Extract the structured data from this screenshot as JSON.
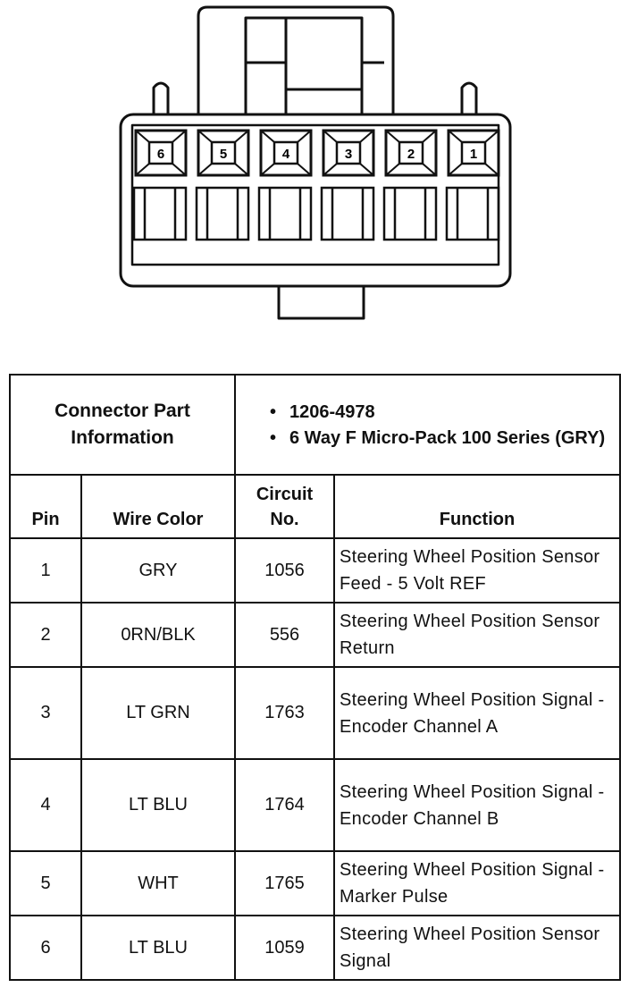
{
  "connector": {
    "pin_labels": [
      "6",
      "5",
      "4",
      "3",
      "2",
      "1"
    ]
  },
  "part_info": {
    "label_line1": "Connector Part",
    "label_line2": "Information",
    "bullets": [
      "1206-4978",
      "6 Way F Micro-Pack 100 Series (GRY)"
    ]
  },
  "headers": {
    "pin": "Pin",
    "wire_color": "Wire Color",
    "circuit_line1": "Circuit",
    "circuit_line2": "No.",
    "function": "Function"
  },
  "rows": [
    {
      "pin": "1",
      "wire": "GRY",
      "circuit": "1056",
      "function": "Steering Wheel Position Sensor Feed - 5 Volt REF"
    },
    {
      "pin": "2",
      "wire": "0RN/BLK",
      "circuit": "556",
      "function": "Steering Wheel Position Sensor Return"
    },
    {
      "pin": "3",
      "wire": "LT GRN",
      "circuit": "1763",
      "function": "Steering Wheel Position Signal - Encoder Channel A"
    },
    {
      "pin": "4",
      "wire": "LT BLU",
      "circuit": "1764",
      "function": "Steering Wheel Position Signal - Encoder Channel B"
    },
    {
      "pin": "5",
      "wire": "WHT",
      "circuit": "1765",
      "function": "Steering Wheel Position Signal - Marker Pulse"
    },
    {
      "pin": "6",
      "wire": "LT BLU",
      "circuit": "1059",
      "function": "Steering Wheel Position Sensor Signal"
    }
  ]
}
